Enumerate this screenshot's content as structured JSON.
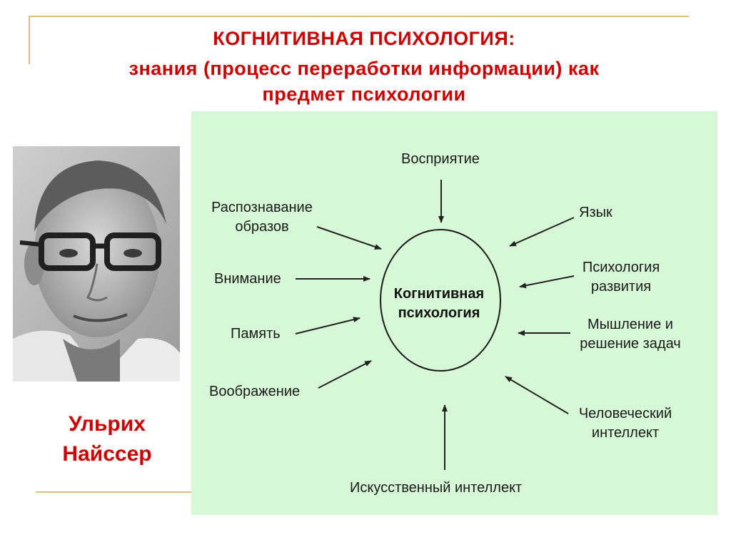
{
  "title": {
    "line1": "КОГНИТИВНАЯ ПСИХОЛОГИЯ:",
    "line2": "знания (процесс переработки информации) как",
    "line3": "предмет психологии"
  },
  "person": {
    "name_line1": "Ульрих",
    "name_line2": "Найссер"
  },
  "diagram": {
    "center_line1": "Когнитивная",
    "center_line2": "психология",
    "perception": "Восприятие",
    "pattern_line1": "Распознавание",
    "pattern_line2": "образов",
    "attention": "Внимание",
    "memory": "Память",
    "imagination": "Воображение",
    "language": "Язык",
    "devpsy_line1": "Психология",
    "devpsy_line2": "развития",
    "thinking_line1": "Мышление и",
    "thinking_line2": "решение задач",
    "human_line1": "Человеческий",
    "human_line2": "интеллект",
    "ai": "Искусственный интеллект"
  },
  "colors": {
    "title": "#cc0000",
    "panel_bg": "#d7f8d7",
    "accent_line": "#d9c080"
  }
}
